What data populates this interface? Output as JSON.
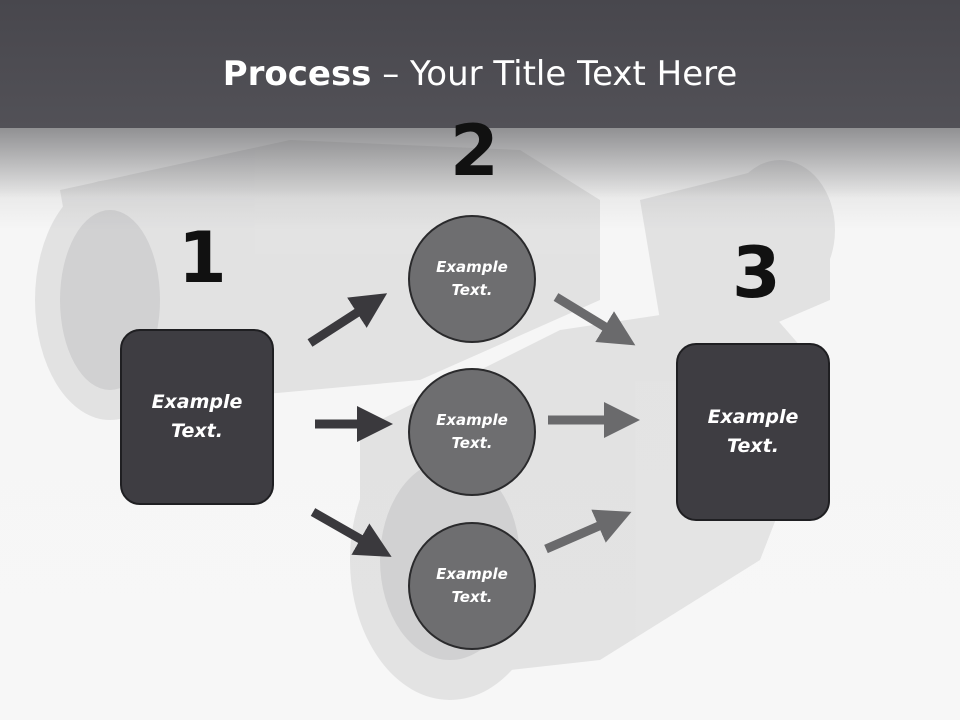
{
  "title": {
    "bold": "Process",
    "rest": " – Your Title Text Here"
  },
  "steps": [
    {
      "number": "1",
      "text": "Example Text."
    },
    {
      "number": "2",
      "items": [
        "Example Text.",
        "Example Text.",
        "Example Text."
      ]
    },
    {
      "number": "3",
      "text": "Example Text."
    }
  ],
  "colors": {
    "header": "#4a494f",
    "box": "#3e3d42",
    "circle": "#6e6e70",
    "arrow_dark": "#3a393d",
    "arrow_light": "#6a6a6c"
  }
}
